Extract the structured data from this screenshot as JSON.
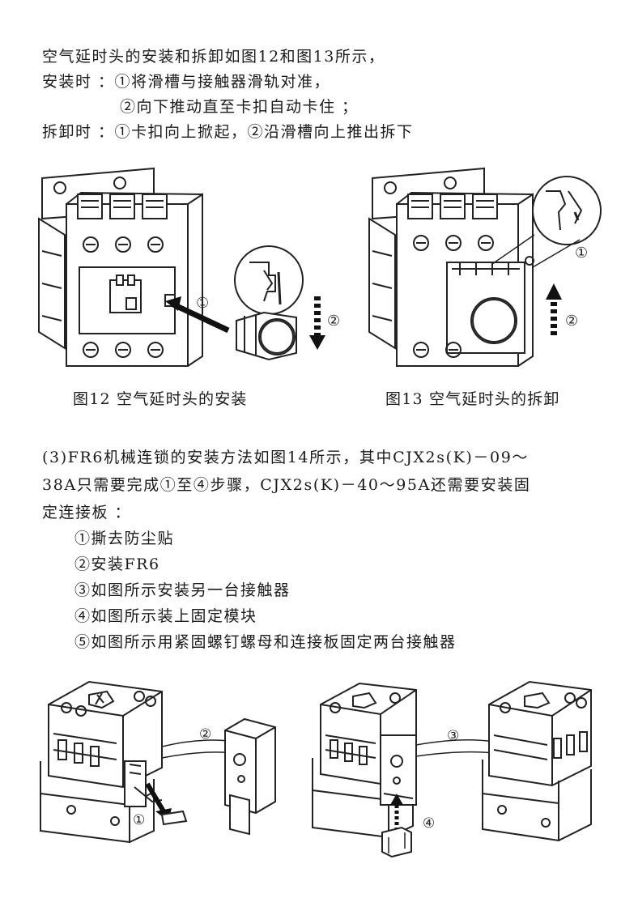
{
  "section1": {
    "line1": "空气延时头的安装和拆卸如图12和图13所示，",
    "line2": "安装时 ：①将滑槽与接触器滑轨对准，",
    "line3": "②向下推动直至卡扣自动卡住 ；",
    "line4": "拆卸时 ：①卡扣向上掀起，②沿滑槽向上推出拆下"
  },
  "fig12": {
    "caption": "图12 空气延时头的安装",
    "step1": "①",
    "step2": "②"
  },
  "fig13": {
    "caption": "图13 空气延时头的拆卸",
    "step1": "①",
    "step2": "②"
  },
  "section2": {
    "para_line1": "(3)FR6机械连锁的安装方法如图14所示，其中CJX2s(K)－09～",
    "para_line2": "38A只需要完成①至④步骤，CJX2s(K)－40～95A还需要安装固",
    "para_line3": "定连接板 ：",
    "steps": [
      "①撕去防尘贴",
      "②安装FR6",
      "③如图所示安装另一台接触器",
      "④如图所示装上固定模块",
      "⑤如图所示用紧固螺钉螺母和连接板固定两台接触器"
    ]
  },
  "fig14": {
    "label1": "①",
    "label2": "②",
    "label3": "③",
    "label4": "④"
  }
}
